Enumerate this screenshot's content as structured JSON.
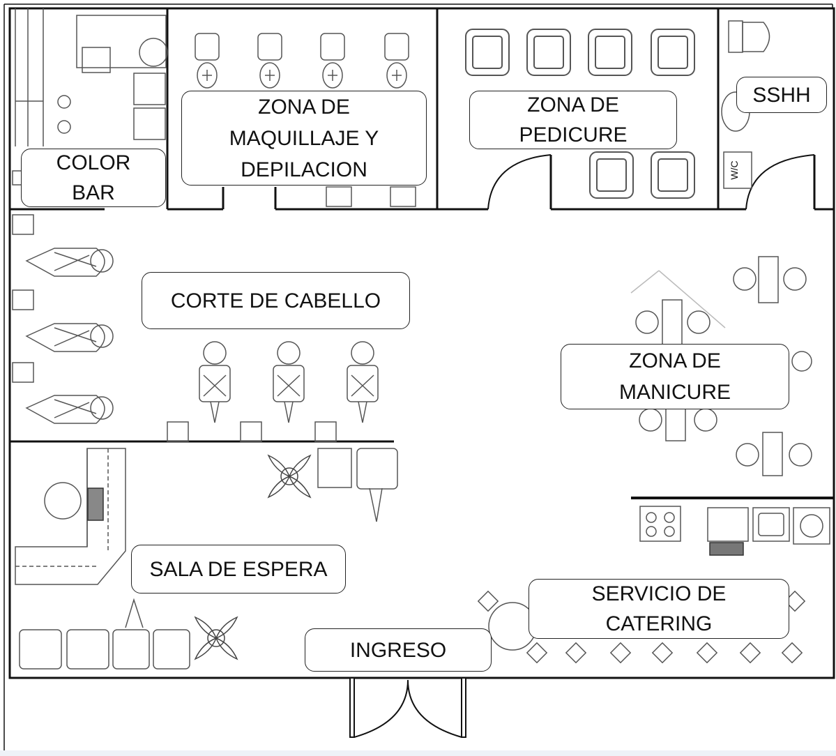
{
  "zones": {
    "color_bar": "COLOR\nBAR",
    "maquillaje": "ZONA DE\nMAQUILLAJE Y\nDEPILACION",
    "pedicure": "ZONA DE\nPEDICURE",
    "sshh": "SSHH",
    "corte": "CORTE DE CABELLO",
    "manicure": "ZONA DE\nMANICURE",
    "sala_espera": "SALA DE ESPERA",
    "catering": "SERVICIO DE\nCATERING",
    "ingreso": "INGRESO"
  },
  "wc_label": "W/C",
  "colors": {
    "wall": "#111111",
    "furniture": "#555555",
    "label_border": "#222222"
  }
}
